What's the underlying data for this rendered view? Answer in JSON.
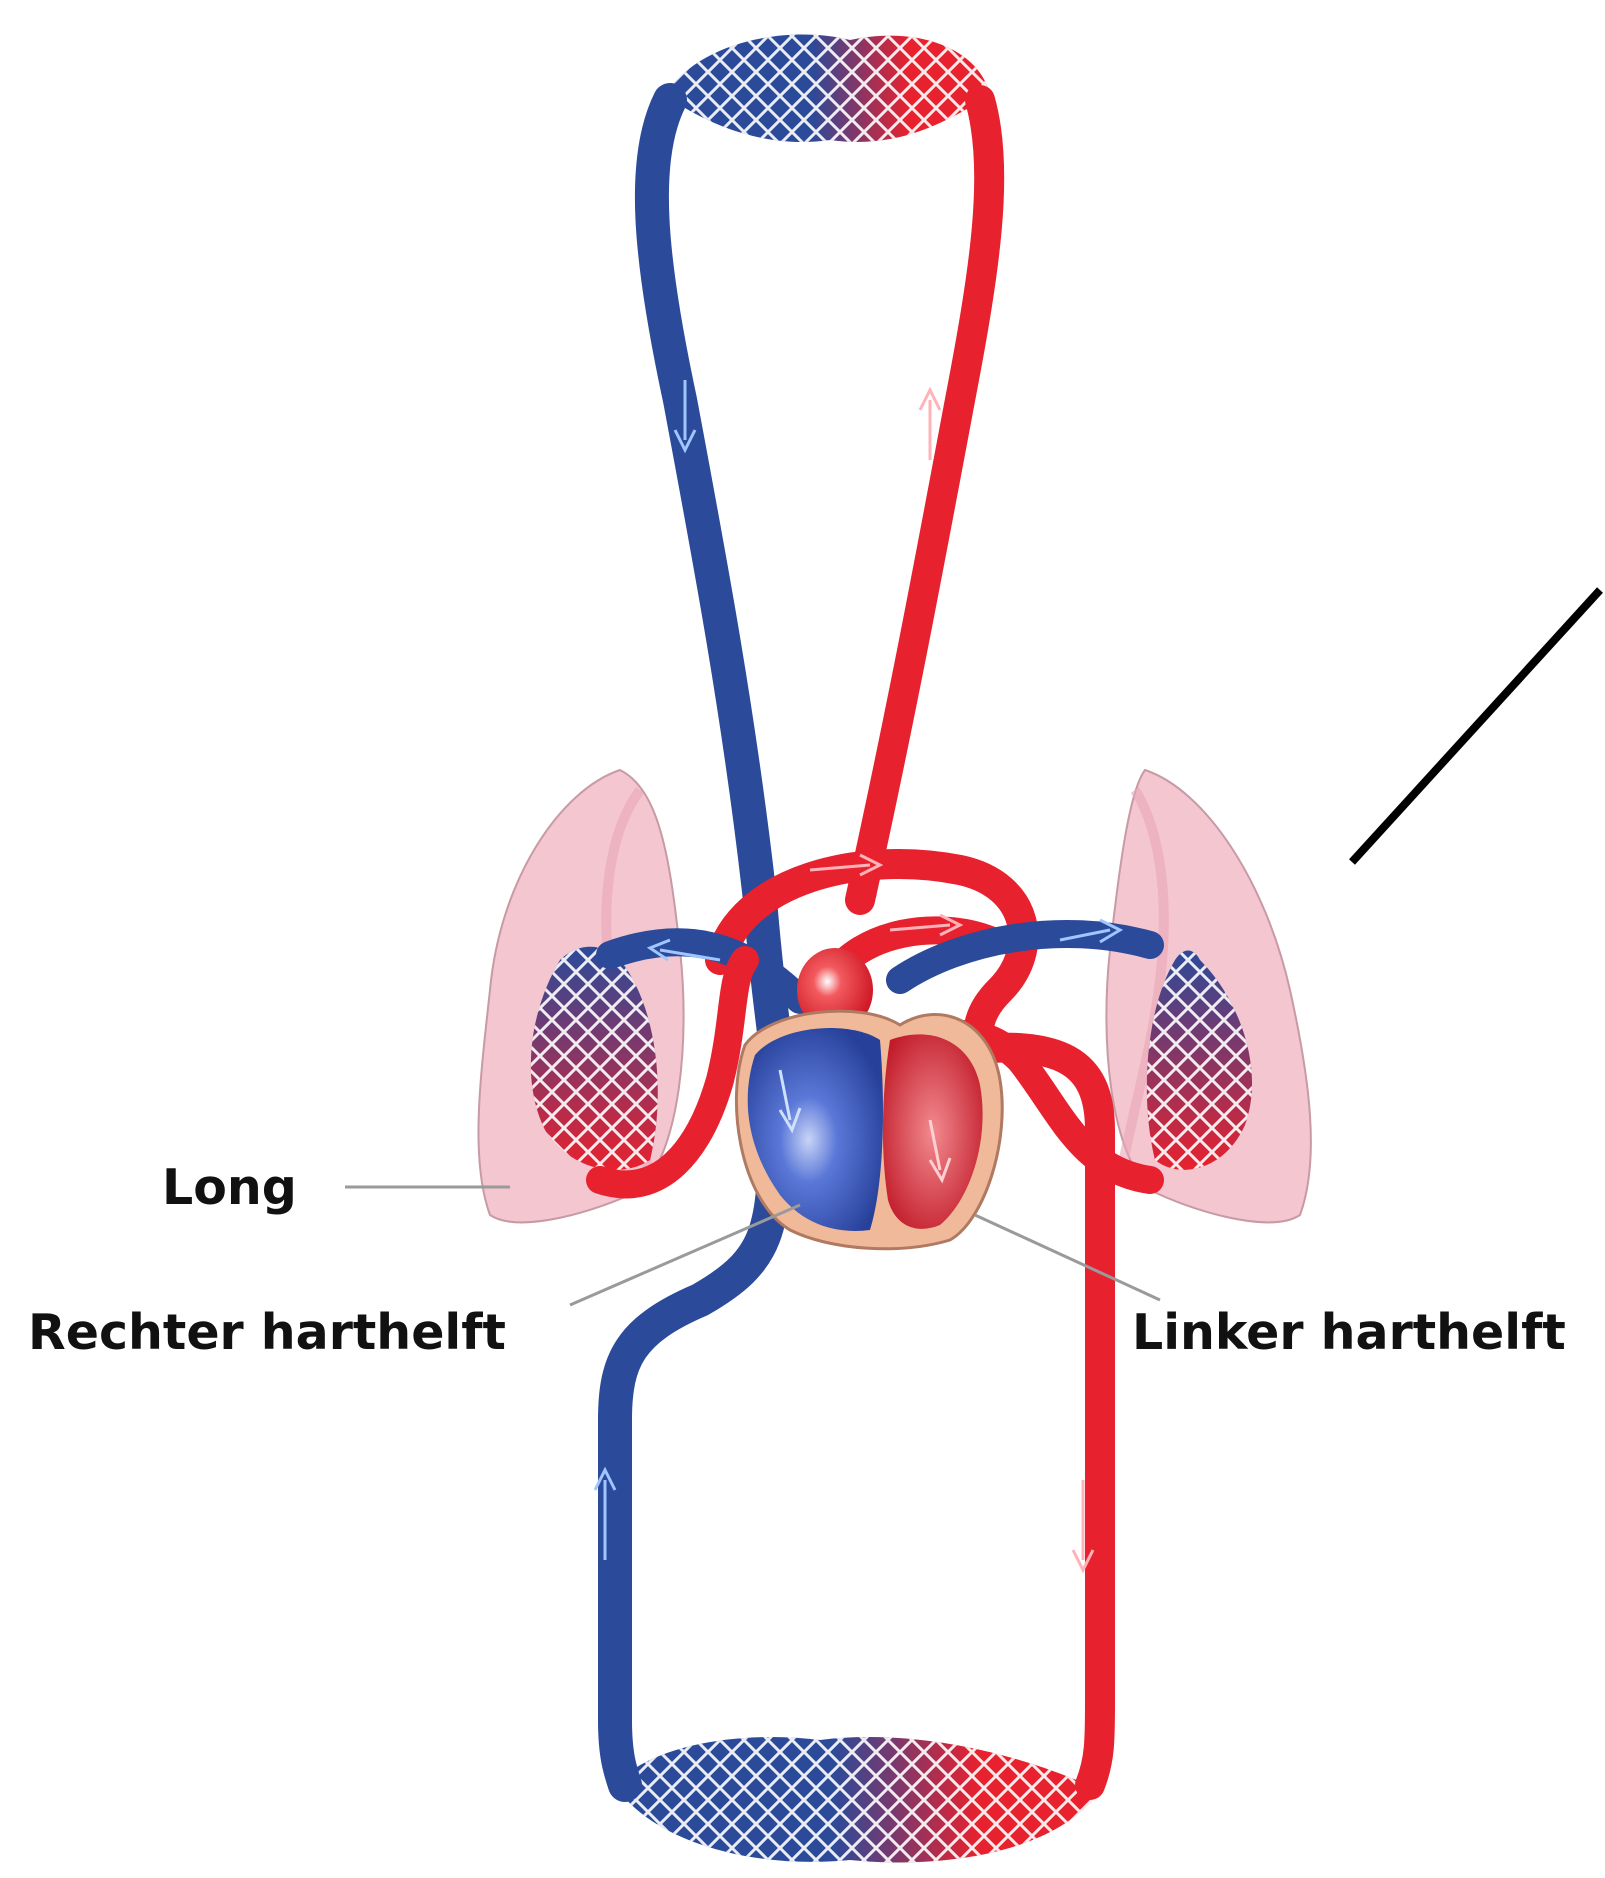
{
  "labels": {
    "long": "Long",
    "rechter_harthelft": "Rechter harthelft",
    "linker_harthelft": "Linker harthelft"
  },
  "colors": {
    "vein_blue": "#2b4a9a",
    "artery_red": "#e8212e",
    "lung_pink": "#f4c6d0",
    "heart_outline": "#f0b99a",
    "leader_line": "#9a9a9a",
    "pointer_line": "#000000"
  }
}
